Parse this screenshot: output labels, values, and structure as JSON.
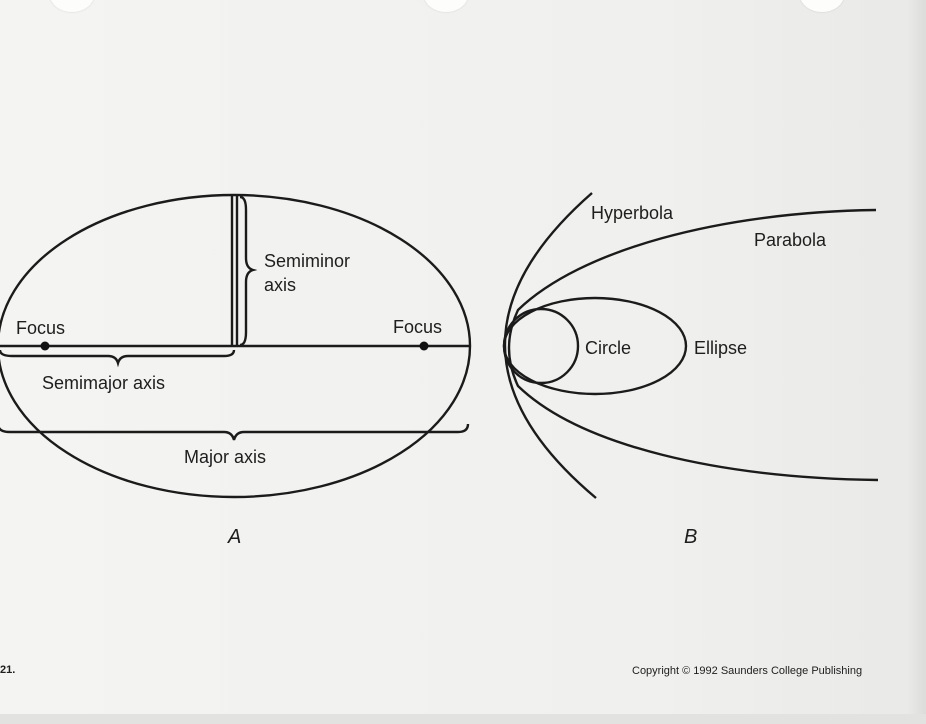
{
  "figure_a": {
    "focus_left": "Focus",
    "focus_right": "Focus",
    "semiminor_line1": "Semiminor",
    "semiminor_line2": "axis",
    "semimajor": "Semimajor axis",
    "major": "Major axis",
    "panel_label": "A"
  },
  "figure_b": {
    "hyperbola": "Hyperbola",
    "parabola": "Parabola",
    "circle": "Circle",
    "ellipse": "Ellipse",
    "panel_label": "B"
  },
  "footer": {
    "page_number": "21.",
    "copyright": "Copyright © 1992 Saunders College Publishing"
  }
}
